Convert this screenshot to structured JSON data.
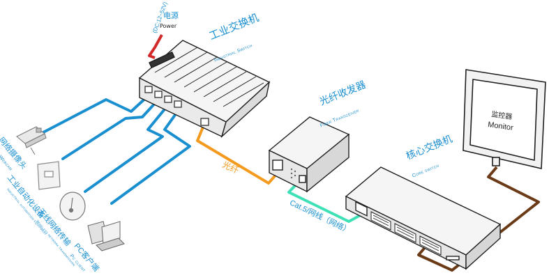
{
  "labels": {
    "industrial_switch_cn": "工业交换机",
    "industrial_switch_en": "Industrial Switch",
    "power_range": "(DC:12~52V)",
    "power_cn": "电源",
    "power_en": "Power",
    "fiber_transceiver_cn": "光纤收发器",
    "fiber_transceiver_en": "Fiber Transceiver",
    "core_switch_cn": "核心交换机",
    "core_switch_en": "Core switch",
    "monitor_cn": "监控器",
    "monitor_en": "Monitor",
    "fiber_link": "光纤",
    "cat5_link": "Cat.5/网线（网络）",
    "webcam_cn": "网络摄像头",
    "webcam_en": "Webcam",
    "automation_cn": "工业自动化设备",
    "automation_en": "Industrial automation equipment",
    "wireless_cn": "无线网络传输",
    "wireless_en": "Wireless network transmission",
    "pc_cn": "PC客户端",
    "pc_en": "Pc client"
  },
  "colors": {
    "ethernet": "#1a8fd0",
    "fiber": "#f39a1f",
    "cat5": "#3ee0b5",
    "monitor_cable": "#6b3b17",
    "power_cable": "#d22a2a",
    "device_fill": "#f2f2f2",
    "outline": "#1f1f1f"
  }
}
